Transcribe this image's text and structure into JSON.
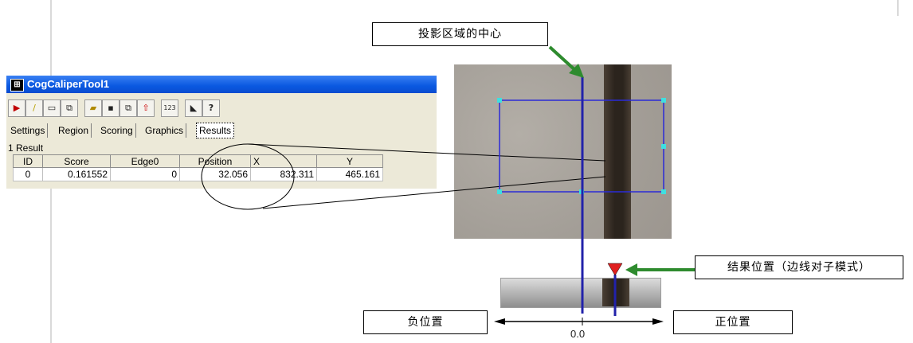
{
  "window": {
    "title": "CogCaliperTool1",
    "toolbar_icons": [
      "run-icon",
      "edit-icon",
      "image-icon",
      "region-icon",
      "open-icon",
      "save-icon",
      "save-as-icon",
      "load-icon",
      "results-icon",
      "chart-icon",
      "help-icon"
    ],
    "toolbar_glyphs": {
      "icon9": "123",
      "help": "?"
    },
    "tabs": [
      "Settings",
      "Region",
      "Scoring",
      "Graphics",
      "Results"
    ],
    "active_tab": "Results",
    "result_count": "1 Result",
    "table": {
      "headers": [
        "ID",
        "Score",
        "Edge0",
        "Position",
        "X",
        "Y"
      ],
      "rows": [
        [
          "0",
          "0.161552",
          "0",
          "32.056",
          "832.311",
          "465.161"
        ]
      ]
    }
  },
  "labels": {
    "projection_center": "投影区域的中心",
    "result_position": "结果位置（边线对子模式）",
    "negative_position": "负位置",
    "positive_position": "正位置",
    "origin": "0.0"
  },
  "colors": {
    "region_box": "#2b2bd6",
    "center_line": "#2222aa",
    "handle": "#3fe0e0",
    "arrow_green": "#2e8b2e",
    "result_marker": "#e02020"
  }
}
